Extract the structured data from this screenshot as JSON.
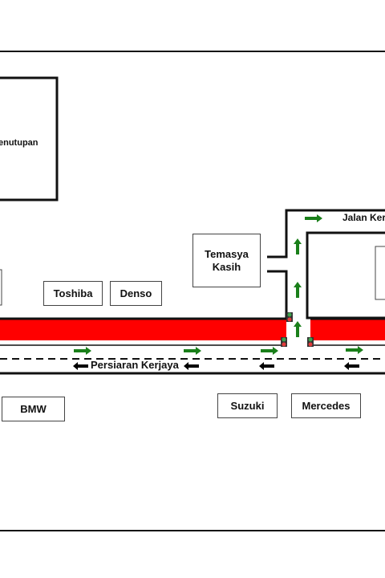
{
  "map": {
    "buildings": {
      "penutupan": "enutupan",
      "temasya_line1": "Temasya",
      "temasya_line2": "Kasih",
      "toshiba": "Toshiba",
      "denso": "Denso",
      "bmw": "BMW",
      "suzuki": "Suzuki",
      "mercedes": "Mercedes"
    },
    "roads": {
      "persiaran_kerjaya": "Persiaran Kerjaya",
      "jalan_kerjaya": "Jalan Ker"
    },
    "colors": {
      "congestion": "#ff0000",
      "flow_arrow": "#1a7f1a",
      "opposite_arrow": "#000000",
      "signal_red": "#e23b3b",
      "signal_green": "#3fa34d"
    },
    "icons": {
      "traffic_light": "traffic-light-icon",
      "flow": "arrow-right-icon",
      "flow_up": "arrow-up-icon",
      "opposite": "arrow-left-icon"
    }
  }
}
